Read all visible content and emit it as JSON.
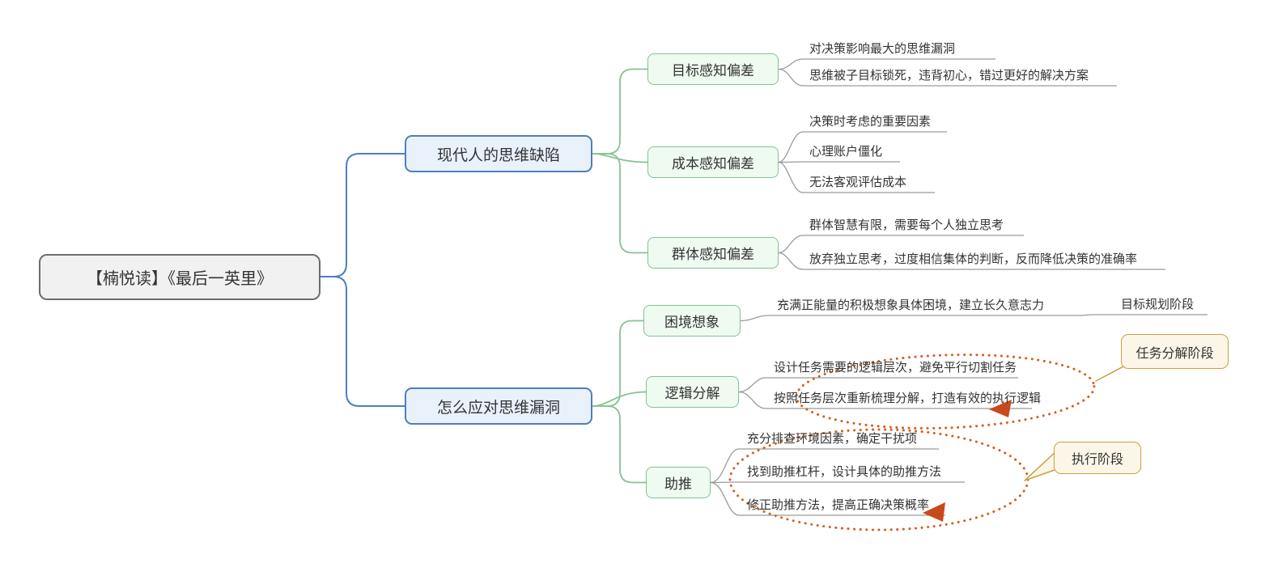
{
  "diagram": {
    "root": {
      "label": "【楠悦读】《最后一英里》"
    },
    "branch1": {
      "label": "现代人的思维缺陷",
      "sub1": {
        "label": "目标感知偏差",
        "leaf1": "对决策影响最大的思维漏洞",
        "leaf2": "思维被子目标锁死，违背初心，错过更好的解决方案"
      },
      "sub2": {
        "label": "成本感知偏差",
        "leaf1": "决策时考虑的重要因素",
        "leaf2": "心理账户僵化",
        "leaf3": "无法客观评估成本"
      },
      "sub3": {
        "label": "群体感知偏差",
        "leaf1": "群体智慧有限，需要每个人独立思考",
        "leaf2": "放弃独立思考，过度相信集体的判断，反而降低决策的准确率"
      }
    },
    "branch2": {
      "label": "怎么应对思维漏洞",
      "sub1": {
        "label": "困境想象",
        "leaf1": "充满正能量的积极想象具体困境，建立长久意志力",
        "stage": "目标规划阶段"
      },
      "sub2": {
        "label": "逻辑分解",
        "leaf1": "设计任务需要的逻辑层次，避免平行切割任务",
        "leaf2": "按照任务层次重新梳理分解，打造有效的执行逻辑",
        "callout": "任务分解阶段"
      },
      "sub3": {
        "label": "助推",
        "leaf1": "充分排查环境因素，确定干扰项",
        "leaf2": "找到助推杠杆，设计具体的助推方法",
        "leaf3": "修正助推方法，提高正确决策概率",
        "callout": "执行阶段"
      }
    },
    "colors": {
      "root_border": "#6e6e6e",
      "root_bg": "#f1f1f1",
      "main_border": "#4e7fbb",
      "main_bg": "#e9f1fb",
      "sub_border": "#82c28f",
      "sub_bg": "#effaf1",
      "leaf_line": "#9a9a9a",
      "dotted_annotation": "#d35f1e",
      "arrow": "#c9481c",
      "callout_border": "#c8a23f",
      "callout_bg": "#fbf6e8"
    }
  }
}
